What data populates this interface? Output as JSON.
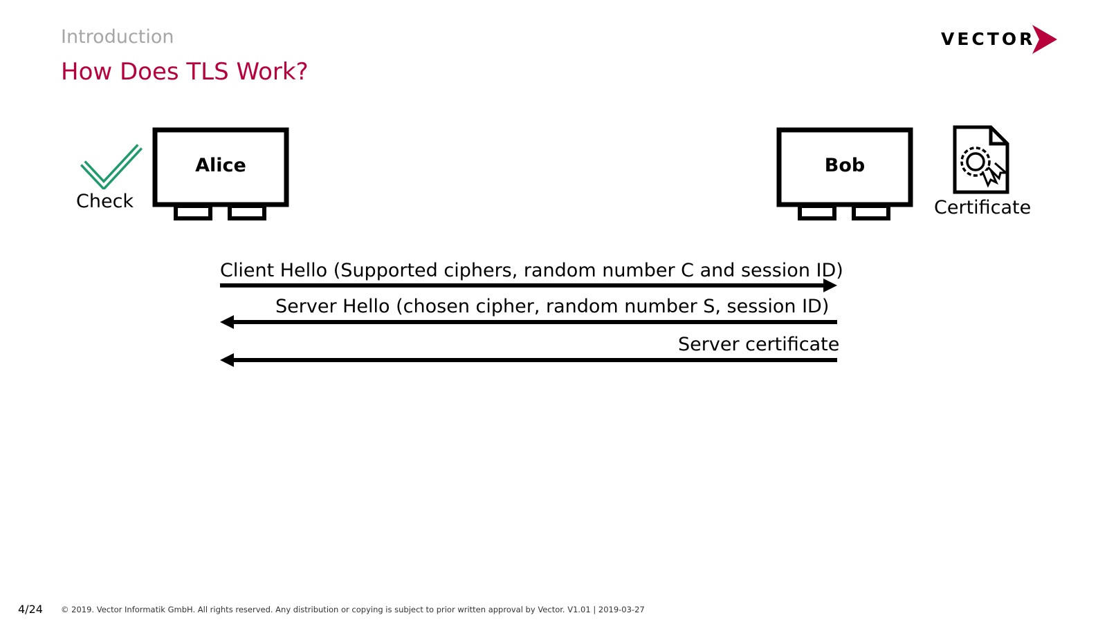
{
  "header": {
    "section": "Introduction",
    "title": "How Does TLS Work?",
    "logo_text": "VECTOR"
  },
  "parties": {
    "client": {
      "name": "Alice",
      "status_label": "Check",
      "status_icon": "checkmark-icon"
    },
    "server": {
      "name": "Bob",
      "attachment_label": "Certificate",
      "attachment_icon": "certificate-icon"
    }
  },
  "messages": [
    {
      "label": "Client Hello (Supported ciphers, random number C and session ID)",
      "direction": "client-to-server"
    },
    {
      "label": "Server Hello (chosen cipher, random number S, session ID)",
      "direction": "server-to-client"
    },
    {
      "label": "Server certificate",
      "direction": "server-to-client"
    }
  ],
  "footer": {
    "page": "4/24",
    "copyright": "© 2019. Vector Informatik GmbH. All rights reserved. Any distribution or copying is subject to prior written approval by Vector. V1.01 | 2019-03-27"
  },
  "colors": {
    "accent": "#b7003c",
    "check": "#1f9a6a",
    "muted": "#a6a6a6"
  }
}
